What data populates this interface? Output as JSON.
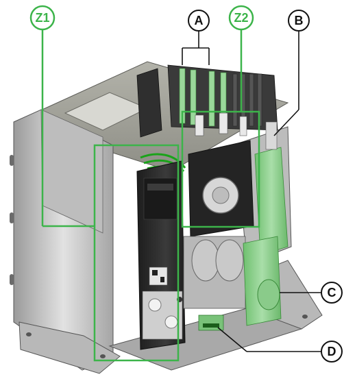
{
  "figure": {
    "callouts": [
      {
        "id": "A",
        "label": "A"
      },
      {
        "id": "B",
        "label": "B"
      },
      {
        "id": "C",
        "label": "C"
      },
      {
        "id": "D",
        "label": "D"
      }
    ],
    "zones": [
      {
        "id": "Z1",
        "label": "Z1"
      },
      {
        "id": "Z2",
        "label": "Z2"
      }
    ],
    "colors": {
      "zone_green": "#3cb44a",
      "callout_black": "#111111",
      "green_parts": "#9ad79a",
      "steel": "#c9c9c9",
      "dark_module": "#2a2a2a"
    }
  }
}
